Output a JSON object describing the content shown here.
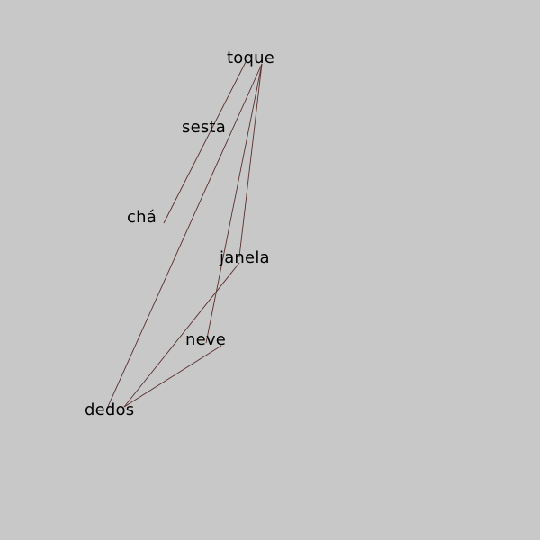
{
  "words": {
    "toque": "toque",
    "sesta": "sesta",
    "cha": "chá",
    "janela": "janela",
    "neve": "neve",
    "dedos": "dedos"
  },
  "colors": {
    "background": "#c8c8c8",
    "text": "#000000",
    "line": "#5a2e2e"
  }
}
